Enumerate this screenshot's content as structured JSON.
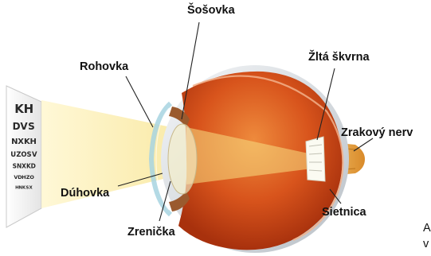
{
  "labels": {
    "sosovka": "Šošovka",
    "rohovka": "Rohovka",
    "zlta_skvrna": "Žltá škvrna",
    "zrakovy_nerv": "Zrakový nerv",
    "duhovka": "Dúhovka",
    "sietnica": "Sietnica",
    "zrenicka": "Zrenička"
  },
  "eye_chart": {
    "rows": [
      [
        "K",
        "H"
      ],
      [
        "D",
        "V",
        "S"
      ],
      [
        "N",
        "X",
        "K",
        "H"
      ],
      [
        "U",
        "Z",
        "O",
        "S",
        "V"
      ],
      [
        "S",
        "N",
        "X",
        "K",
        "D"
      ],
      [
        "V",
        "D",
        "H",
        "Z",
        "O"
      ],
      [
        "H",
        "N",
        "K",
        "S",
        "X"
      ]
    ]
  },
  "cut_off_text": {
    "line1": "A",
    "line2": "v"
  },
  "colors": {
    "sclera": "#e2e6ea",
    "eye_interior": "#d8541c",
    "light_beam": "#f6e08a",
    "optic_nerve": "#e9a640",
    "cornea": "#a7d3e0"
  }
}
